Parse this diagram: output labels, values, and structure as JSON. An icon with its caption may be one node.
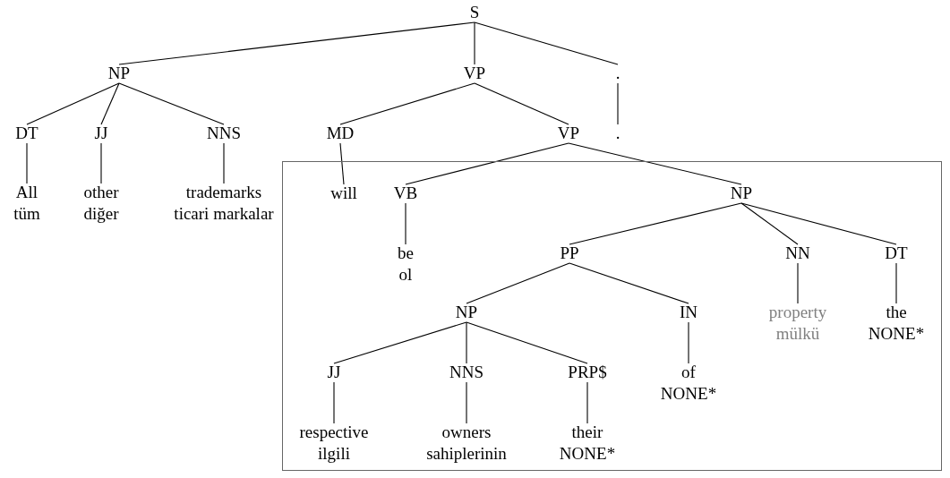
{
  "diagram": {
    "nodes": [
      {
        "text": [
          "S"
        ]
      },
      {
        "text": [
          "NP"
        ]
      },
      {
        "text": [
          "VP"
        ]
      },
      {
        "text": [
          "."
        ]
      },
      {
        "text": [
          "DT"
        ]
      },
      {
        "text": [
          "JJ"
        ]
      },
      {
        "text": [
          "NNS"
        ]
      },
      {
        "text": [
          "MD"
        ]
      },
      {
        "text": [
          "VP"
        ]
      },
      {
        "text": [
          "."
        ]
      },
      {
        "text": [
          "All",
          "tüm"
        ]
      },
      {
        "text": [
          "other",
          "diğer"
        ]
      },
      {
        "text": [
          "trademarks",
          "ticari markalar"
        ]
      },
      {
        "text": [],
        "shape": "box"
      },
      {
        "text": [
          "will"
        ],
        "in": 13
      },
      {
        "text": [
          "VB"
        ],
        "in": 13
      },
      {
        "text": [
          "NP"
        ],
        "in": 13
      },
      {
        "text": [
          "be",
          "ol"
        ],
        "in": 13
      },
      {
        "text": [
          "PP"
        ],
        "in": 13
      },
      {
        "text": [
          "NN"
        ],
        "in": 13
      },
      {
        "text": [
          "DT"
        ],
        "in": 13
      },
      {
        "text": [
          "NP"
        ],
        "in": 13
      },
      {
        "text": [
          "IN"
        ],
        "in": 13
      },
      {
        "text": [
          "property",
          "mülkü"
        ],
        "in": 13
      },
      {
        "text": [
          "the",
          "NONE*"
        ],
        "in": 13
      },
      {
        "text": [
          "JJ"
        ],
        "in": 13
      },
      {
        "text": [
          "NNS"
        ],
        "in": 13
      },
      {
        "text": [
          "PRP$"
        ],
        "in": 13
      },
      {
        "text": [
          "of",
          "NONE*"
        ],
        "in": 13
      },
      {
        "text": [
          "respective",
          "ilgili"
        ],
        "in": 13
      },
      {
        "text": [
          "owners",
          "sahiplerinin"
        ],
        "in": 13
      },
      {
        "text": [
          "their",
          "NONE*"
        ],
        "in": 13
      }
    ],
    "edges": [
      {
        "from": 0,
        "to": 1,
        "arrow": "none"
      },
      {
        "from": 0,
        "to": 2,
        "arrow": "none"
      },
      {
        "from": 0,
        "to": 3,
        "arrow": "none"
      },
      {
        "from": 1,
        "to": 4,
        "arrow": "none"
      },
      {
        "from": 1,
        "to": 5,
        "arrow": "none"
      },
      {
        "from": 1,
        "to": 6,
        "arrow": "none"
      },
      {
        "from": 2,
        "to": 7,
        "arrow": "none"
      },
      {
        "from": 2,
        "to": 8,
        "arrow": "none"
      },
      {
        "from": 3,
        "to": 9,
        "arrow": "none"
      },
      {
        "from": 4,
        "to": 10,
        "arrow": "none"
      },
      {
        "from": 5,
        "to": 11,
        "arrow": "none"
      },
      {
        "from": 6,
        "to": 12,
        "arrow": "none"
      },
      {
        "from": 7,
        "to": 14,
        "arrow": "none"
      },
      {
        "from": 8,
        "to": 15,
        "arrow": "none"
      },
      {
        "from": 8,
        "to": 16,
        "arrow": "none"
      },
      {
        "from": 15,
        "to": 17,
        "arrow": "none"
      },
      {
        "from": 16,
        "to": 18,
        "arrow": "none"
      },
      {
        "from": 16,
        "to": 19,
        "arrow": "none"
      },
      {
        "from": 16,
        "to": 20,
        "arrow": "none"
      },
      {
        "from": 18,
        "to": 21,
        "arrow": "none"
      },
      {
        "from": 18,
        "to": 22,
        "arrow": "none"
      },
      {
        "from": 19,
        "to": 23,
        "arrow": "none"
      },
      {
        "from": 20,
        "to": 24,
        "arrow": "none"
      },
      {
        "from": 21,
        "to": 25,
        "arrow": "none"
      },
      {
        "from": 21,
        "to": 26,
        "arrow": "none"
      },
      {
        "from": 21,
        "to": 27,
        "arrow": "none"
      },
      {
        "from": 22,
        "to": 28,
        "arrow": "none"
      },
      {
        "from": 25,
        "to": 29,
        "arrow": "none"
      },
      {
        "from": 26,
        "to": 30,
        "arrow": "none"
      },
      {
        "from": 27,
        "to": 31,
        "arrow": "none"
      }
    ]
  }
}
